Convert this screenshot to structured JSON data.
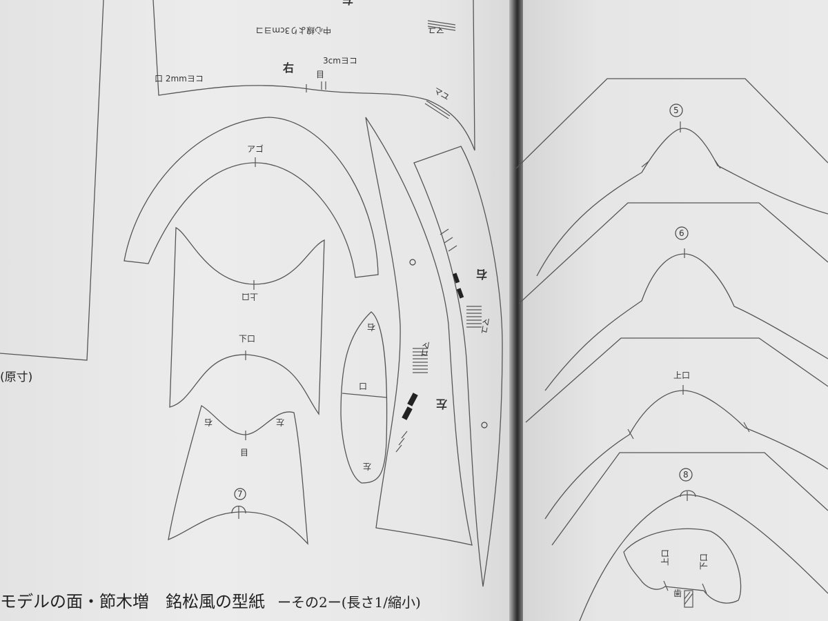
{
  "caption_left": "(原寸)",
  "footer": {
    "title": "モデルの面・節木増　銘松風の型紙",
    "subtitle": "ーその2ー(長さ1/縮小)"
  },
  "labels": {
    "mouth_2mm": "口 2mmヨコ",
    "right_top": "右",
    "eye_3cm": "3cmヨコ",
    "eye": "目",
    "center_3cm": "中心線より3cmヨコ",
    "left_top": "左",
    "mayu_a": "マユ",
    "mayu_b": "マユ",
    "ago": "アゴ",
    "upper_mouth": "上口",
    "lower_mouth": "下口",
    "right_7": "右",
    "left_7": "左",
    "eye_7": "目",
    "leaf_right": "右",
    "leaf_mouth": "口",
    "leaf_left": "左",
    "strip_left": "左",
    "strip_mayu": "マユ",
    "strip2_right": "右",
    "strip2_mayu": "マユ",
    "r_upper_mouth": "上口",
    "r_upper_mouth2": "上口",
    "r_lower_mouth": "下口",
    "r_tooth": "歯"
  },
  "numbers": {
    "n5": "5",
    "n6": "6",
    "n7": "7",
    "n8": "8"
  }
}
